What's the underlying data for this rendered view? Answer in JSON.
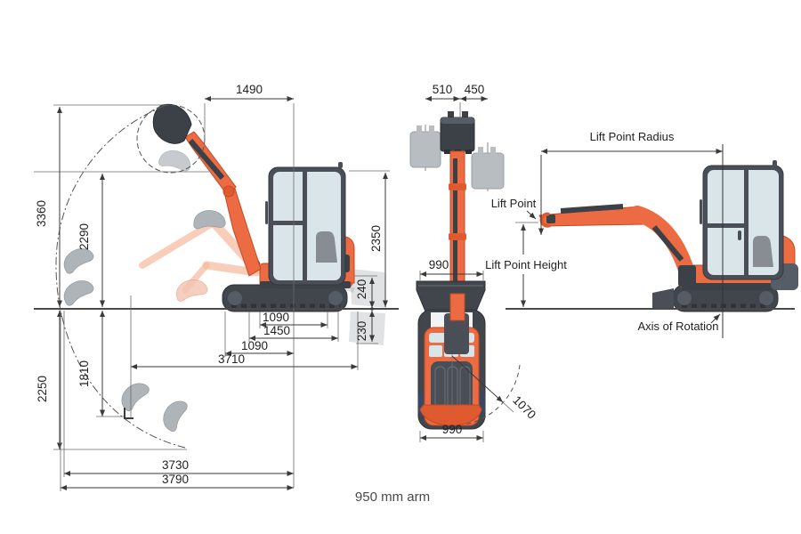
{
  "caption": {
    "arm_spec": "950 mm arm"
  },
  "side_view_dims": {
    "boom_pivot_offset": "1490",
    "max_height": "3360",
    "max_dump_height": "2290",
    "cab_height": "2350",
    "blade_lift_height": "240",
    "blade_dig_depth": "230",
    "tumbler_distance": "1090",
    "track_length": "1450",
    "tail_to_axis": "1090",
    "ground_reach_to_blade": "3710",
    "flat_bottom_depth": "1810",
    "max_dig_depth": "2250",
    "dig_reach_at_ground": "3730",
    "max_reach": "3790"
  },
  "front_top_dims": {
    "bucket_swing_left": "510",
    "bucket_swing_right": "450",
    "blade_width": "990",
    "tail_swing_radius": "1070",
    "overall_width": "990"
  },
  "lift_view_labels": {
    "radius": "Lift Point Radius",
    "point": "Lift Point",
    "height": "Lift Point Height",
    "axis": "Axis of Rotation"
  },
  "colors": {
    "machine_orange": "#ED6B42",
    "machine_dark": "#41464D",
    "cab_frame": "#4A4F57",
    "window": "#D9E5E9",
    "ghost_gray": "#9CA2A8",
    "ghost_orange": "#F2A986",
    "dimension_line": "#3A3A3A"
  }
}
